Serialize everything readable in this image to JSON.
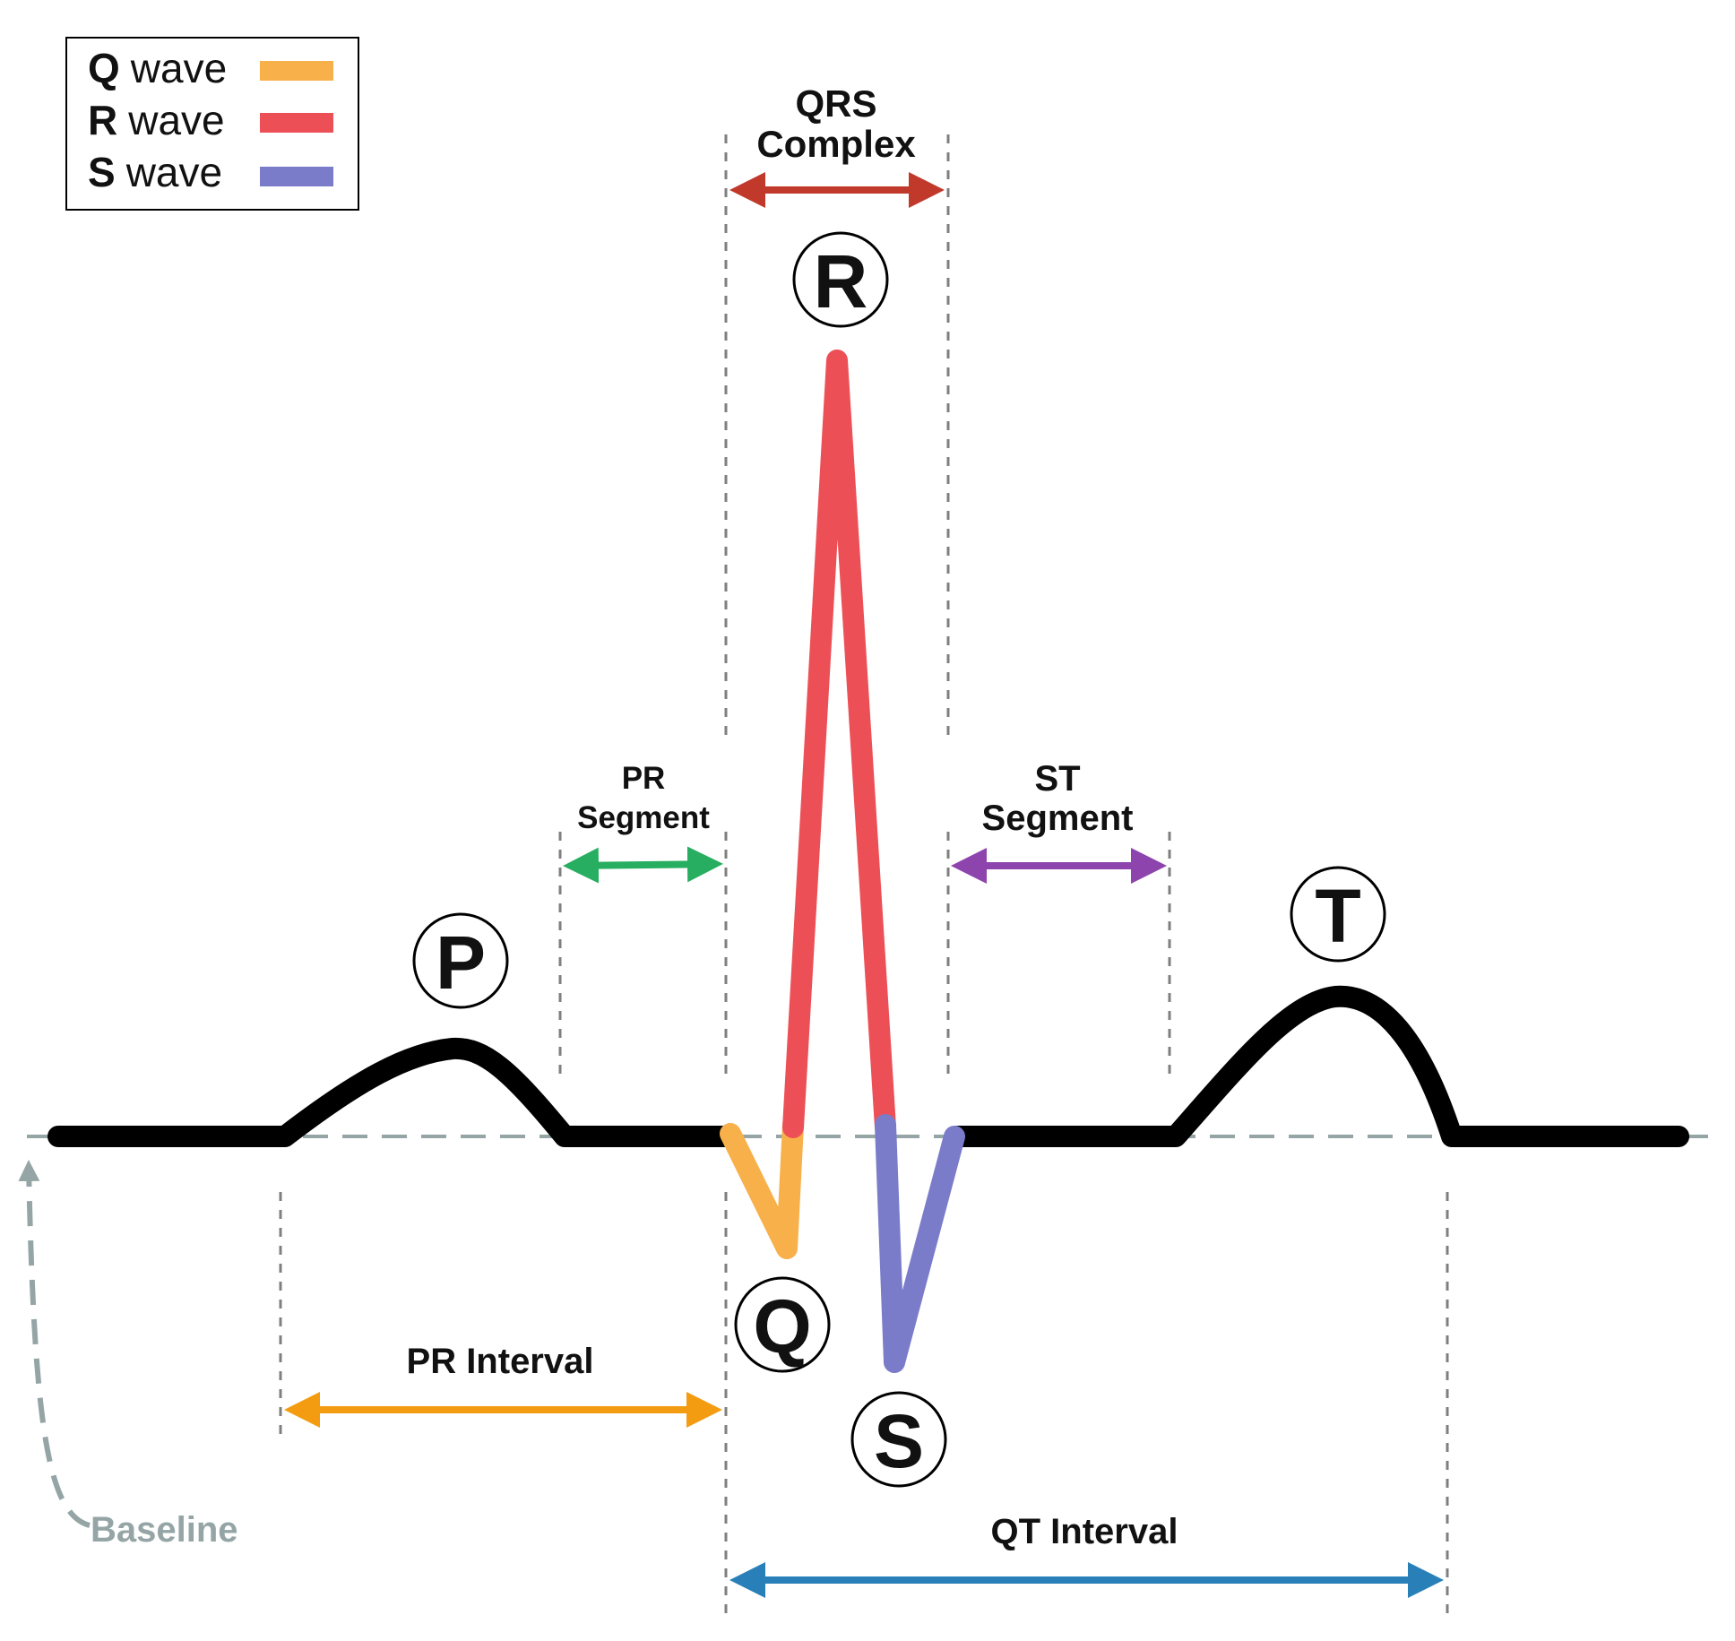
{
  "legend": {
    "items": [
      {
        "letter": "Q",
        "word": "wave",
        "color": "#f8b04a"
      },
      {
        "letter": "R",
        "word": "wave",
        "color": "#ec5056"
      },
      {
        "letter": "S",
        "word": "wave",
        "color": "#7a7cc9"
      }
    ]
  },
  "waves": {
    "p": "P",
    "q": "Q",
    "r": "R",
    "s": "S",
    "t": "T"
  },
  "labels": {
    "qrs_line1": "QRS",
    "qrs_line2": "Complex",
    "pr_segment_line1": "PR",
    "pr_segment_line2": "Segment",
    "st_segment_line1": "ST",
    "st_segment_line2": "Segment",
    "pr_interval": "PR Interval",
    "qt_interval": "QT Interval",
    "baseline": "Baseline"
  },
  "colors": {
    "trace": "#000000",
    "q_wave": "#f8b04a",
    "r_wave": "#ec5056",
    "s_wave": "#7a7cc9",
    "qrs_arrow": "#c0392b",
    "pr_segment_arrow": "#27ae60",
    "st_segment_arrow": "#8e44ad",
    "pr_interval_arrow": "#f39c12",
    "qt_interval_arrow": "#2980b9",
    "baseline": "#95a5a6",
    "guide": "#7f7f7f"
  }
}
